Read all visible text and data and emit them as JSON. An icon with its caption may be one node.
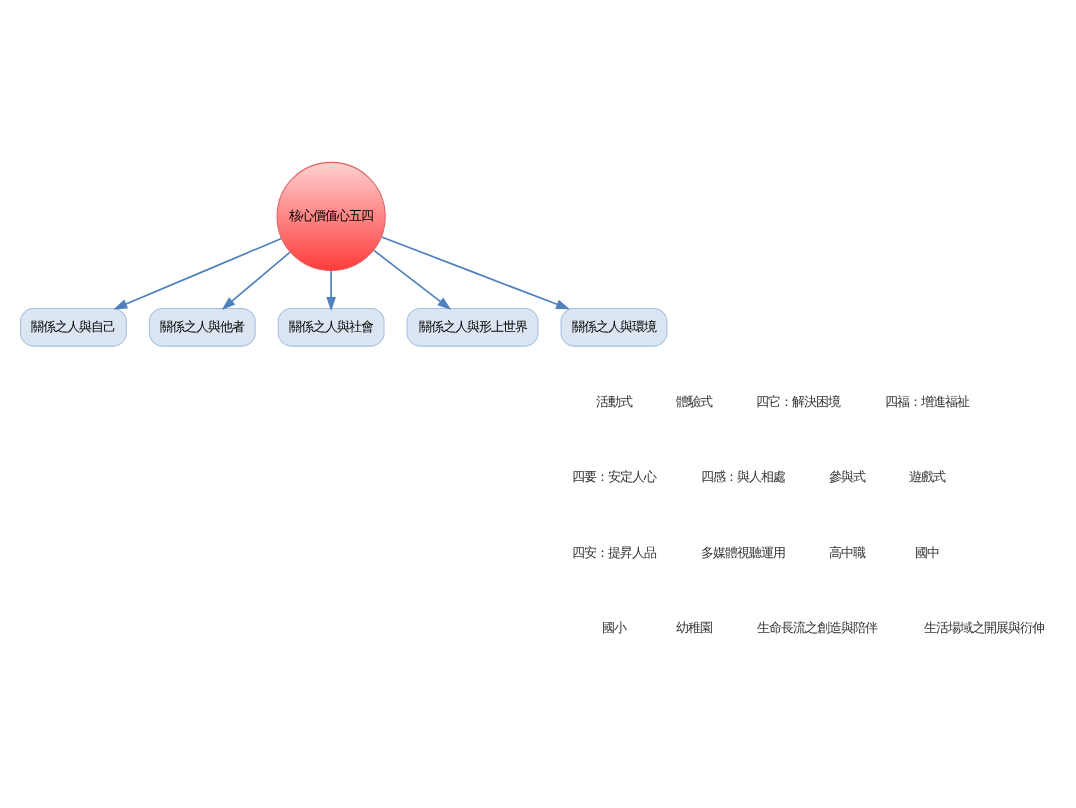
{
  "diagram": {
    "nodes": [
      {
        "text": [
          "核心價值心五四"
        ]
      },
      {
        "text": [
          "關係之人與自己"
        ]
      },
      {
        "text": [
          "關係之人與他者"
        ]
      },
      {
        "text": [
          "關係之人與社會"
        ]
      },
      {
        "text": [
          "關係之人與形上世界"
        ]
      },
      {
        "text": [
          "關係之人與環境"
        ]
      }
    ],
    "edges": [
      {
        "from": 0,
        "to": 1,
        "arrow": "to"
      },
      {
        "from": 0,
        "to": 2,
        "arrow": "to"
      },
      {
        "from": 0,
        "to": 3,
        "arrow": "to"
      },
      {
        "from": 0,
        "to": 4,
        "arrow": "to"
      },
      {
        "from": 0,
        "to": 5,
        "arrow": "to"
      }
    ],
    "labels": [
      "活動式",
      "體驗式",
      "四它：解決困境",
      "四福：增進福祉",
      "四要：安定人心",
      "四感：與人相處",
      "參與式",
      "遊戲式",
      "四安：提昇人品",
      "多媒體視聽運用",
      "高中職",
      "國中",
      "國小",
      "幼稚園",
      "生命長流之創造與陪伴",
      "生活場域之開展與衍伸"
    ]
  }
}
